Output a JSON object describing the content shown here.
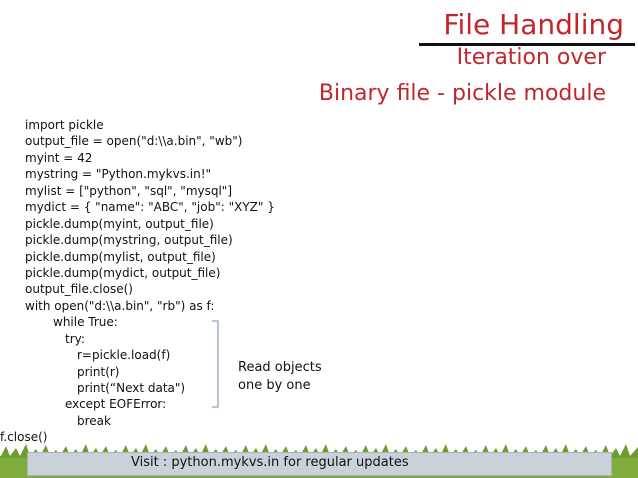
{
  "title": "File Handling",
  "subtitle_line1": "Iteration over",
  "subtitle_line2": "Binary file - pickle module",
  "code_lines": [
    "import pickle",
    "output_file = open(\"d:\\\\a.bin\", \"wb\")",
    "myint = 42",
    "mystring = \"Python.mykvs.in!\"",
    "mylist = [\"python\", \"sql\", \"mysql\"]",
    "mydict = { \"name\": \"ABC\", \"job\": \"XYZ\" }",
    "pickle.dump(myint, output_file)",
    "pickle.dump(mystring, output_file)",
    "pickle.dump(mylist, output_file)",
    "pickle.dump(mydict, output_file)",
    "output_file.close()",
    "with open(\"d:\\\\a.bin\", \"rb\") as f:",
    "while True:",
    "try:",
    "r=pickle.load(f)",
    "print(r)",
    "print(“Next data\")",
    "except EOFError:",
    "break",
    "f.close()"
  ],
  "annotation_line1": "Read objects",
  "annotation_line2": "one by one",
  "footer": "Visit : python.mykvs.in for regular updates",
  "colors": {
    "accent": "#c0272d",
    "text": "#111111",
    "footer_bar": "#c9d1d9",
    "grass": "#7fae3c"
  }
}
